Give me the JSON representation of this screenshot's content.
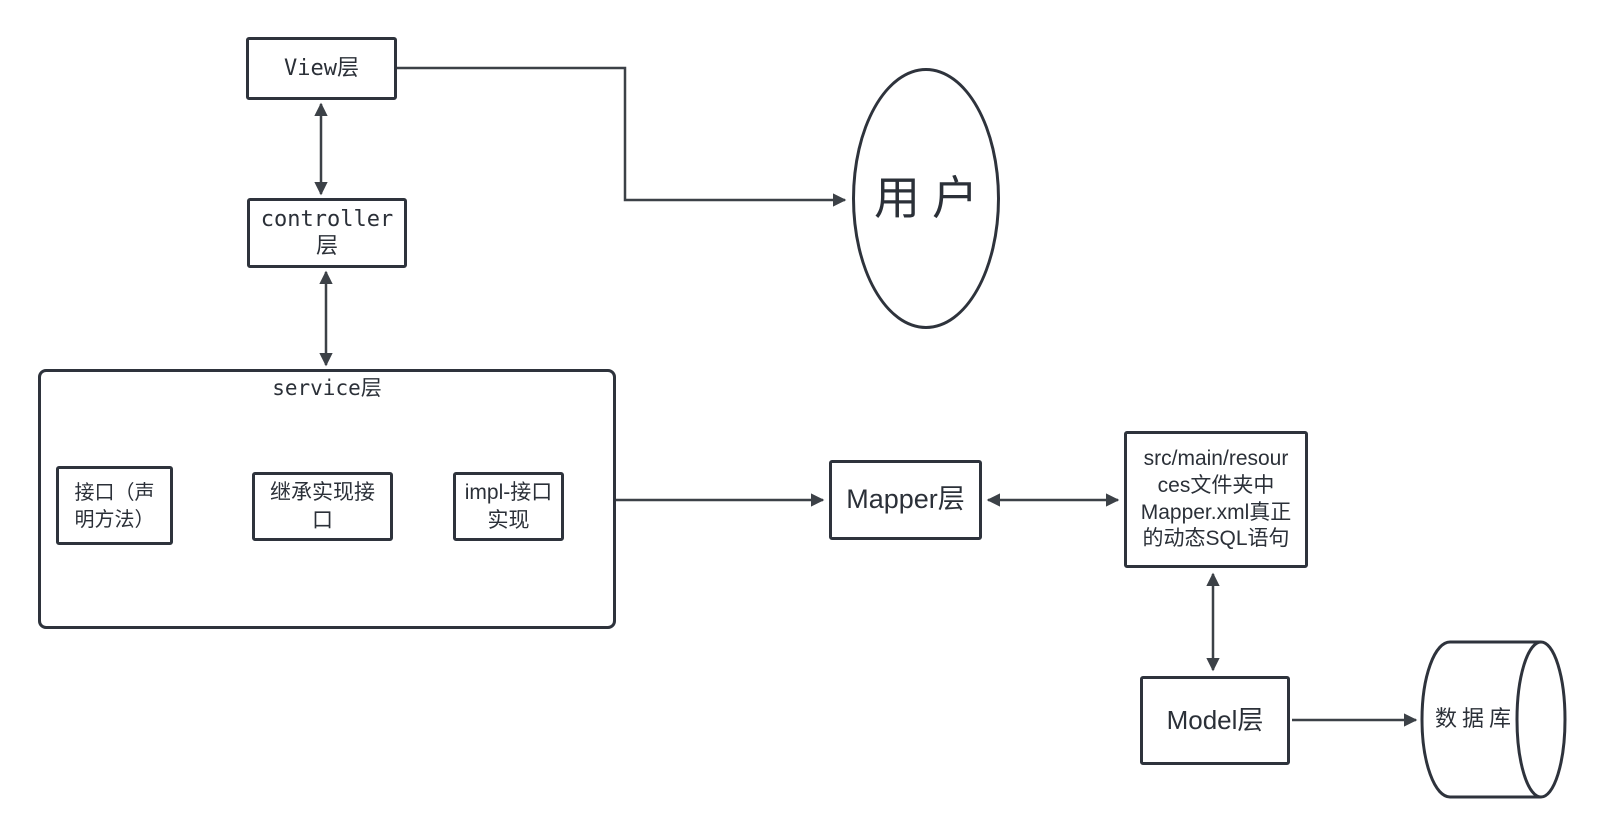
{
  "canvas": {
    "background": "#ffffff",
    "shape_stroke": "#2e333c",
    "arrow_stroke": "#3c4147",
    "text_color": "#2b3038"
  },
  "nodes": {
    "view": {
      "label": "View层"
    },
    "controller": {
      "label": "controller层"
    },
    "service": {
      "label": "service层"
    },
    "interface": {
      "lines": [
        "接口（声",
        "明方法）"
      ]
    },
    "inherit": {
      "lines": [
        "继承实现接",
        "口"
      ]
    },
    "impl": {
      "lines": [
        "impl-接口",
        "实现"
      ]
    },
    "user": {
      "label": "用户"
    },
    "mapper": {
      "label": "Mapper层"
    },
    "mapper_xml": {
      "lines": [
        "src/main/resour",
        "ces文件夹中",
        "Mapper.xml真正",
        "的动态SQL语句"
      ]
    },
    "model": {
      "label": "Model层"
    },
    "database": {
      "label": "数据库"
    }
  }
}
